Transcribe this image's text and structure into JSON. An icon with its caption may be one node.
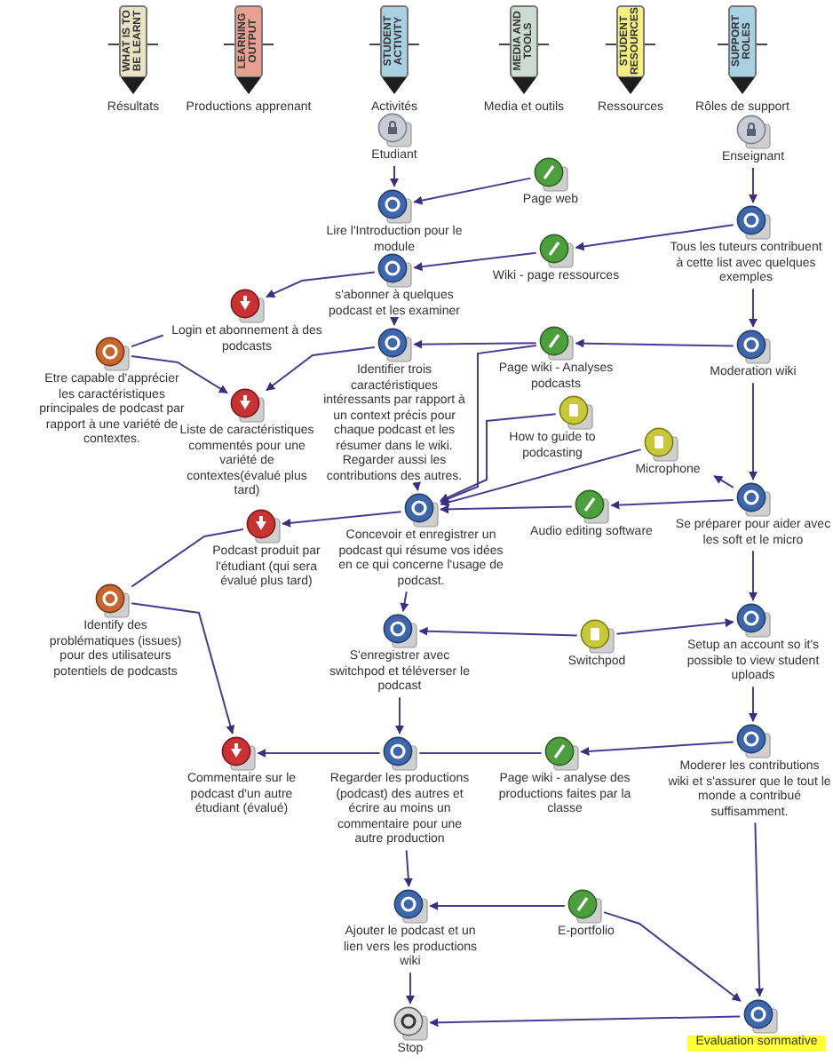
{
  "diagram": {
    "nodes": [
      {
        "text": [
          "WHAT IS TO BE LEARNT"
        ],
        "beside": [
          "Résultats"
        ]
      },
      {
        "text": [
          "LEARNING OUTPUT"
        ],
        "beside": [
          "Productions apprenant"
        ]
      },
      {
        "text": [
          "STUDENT ACTIVITY"
        ],
        "beside": [
          "Activités"
        ]
      },
      {
        "text": [
          "MEDIA AND TOOLS"
        ],
        "beside": [
          "Media et outils"
        ]
      },
      {
        "text": [
          "STUDENT RESOURCES"
        ],
        "beside": [
          "Ressources"
        ]
      },
      {
        "text": [
          "SUPPORT ROLES"
        ],
        "beside": [
          "Rôles de support"
        ]
      },
      {
        "text": [
          "Etudiant"
        ]
      },
      {
        "text": [
          "Enseignant"
        ]
      },
      {
        "text": [
          "Page web"
        ]
      },
      {
        "text": [
          "Lire l'Introduction pour le module"
        ]
      },
      {
        "text": [
          "Tous les tuteurs contribuent à cette list avec quelques exemples"
        ]
      },
      {
        "text": [
          "Wiki - page ressources"
        ]
      },
      {
        "text": [
          "s'abonner à quelques podcast et les examiner"
        ]
      },
      {
        "text": [
          "Login et abonnement à des podcasts"
        ]
      },
      {
        "text": [
          "Etre capable d'apprécier les caractéristiques principales de podcast par rapport à une variété de contextes."
        ]
      },
      {
        "text": [
          "Identifier trois caractéristiques intéressants par rapport à un context précis pour chaque podcast et les résumer dans le wiki. Regarder aussi les contributions des autres."
        ]
      },
      {
        "text": [
          "Page wiki - Analyses podcasts"
        ]
      },
      {
        "text": [
          "Moderation wiki"
        ]
      },
      {
        "text": [
          "Liste de caractéristiques commentés pour une variété de contextes(évalué plus tard)"
        ]
      },
      {
        "text": [
          "How to guide to podcasting"
        ]
      },
      {
        "text": [
          "Microphone"
        ]
      },
      {
        "text": [
          "Concevoir et enregistrer un podcast qui résume vos idées en ce qui concerne l'usage de podcast."
        ]
      },
      {
        "text": [
          "Audio editing software"
        ]
      },
      {
        "text": [
          "Se préparer pour aider avec les soft et le micro"
        ]
      },
      {
        "text": [
          "Podcast produit par l'étudiant (qui sera évalué plus tard)"
        ]
      },
      {
        "text": [
          "Identify des problématiques (issues) pour des utilisateurs potentiels de podcasts"
        ]
      },
      {
        "text": [
          "S'enregistrer avec switchpod et téléverser le podcast"
        ]
      },
      {
        "text": [
          "Switchpod"
        ]
      },
      {
        "text": [
          "Setup an account so it's possible to view student uploads"
        ]
      },
      {
        "text": [
          "Commentaire sur le podcast d'un autre étudiant (évalué)"
        ]
      },
      {
        "text": [
          "Regarder les productions (podcast) des autres et écrire au moins un commentaire pour une autre production"
        ]
      },
      {
        "text": [
          "Page wiki - analyse des productions faites par la classe"
        ]
      },
      {
        "text": [
          "Moderer les contributions wiki et s'assurer que le tout le monde a contribué suffisamment."
        ]
      },
      {
        "text": [
          "E-portfolio"
        ]
      },
      {
        "text": [
          "Ajouter le podcast et un lien vers les productions wiki"
        ]
      },
      {
        "text": [
          "Evaluation sommative"
        ]
      },
      {
        "text": [
          "Stop"
        ]
      }
    ],
    "edges": [
      {
        "from": 6,
        "to": 9,
        "arrow": "to"
      },
      {
        "from": 8,
        "to": 9,
        "arrow": "to"
      },
      {
        "from": 7,
        "to": 10,
        "arrow": "to"
      },
      {
        "from": 10,
        "to": 11,
        "arrow": "to"
      },
      {
        "from": 11,
        "to": 12,
        "arrow": "to"
      },
      {
        "from": 12,
        "to": 13,
        "arrow": "to"
      },
      {
        "from": 14,
        "to": 13,
        "arrow": "none"
      },
      {
        "from": 14,
        "to": 18,
        "arrow": "to"
      },
      {
        "from": 12,
        "to": 15,
        "arrow": "to"
      },
      {
        "from": 10,
        "to": 17,
        "arrow": "to"
      },
      {
        "from": 17,
        "to": 16,
        "arrow": "to"
      },
      {
        "from": 16,
        "to": 15,
        "arrow": "to"
      },
      {
        "from": 15,
        "to": 18,
        "arrow": "to"
      },
      {
        "from": 15,
        "to": 21,
        "arrow": "to"
      },
      {
        "from": 16,
        "to": 21,
        "arrow": "to"
      },
      {
        "from": 19,
        "to": 21,
        "arrow": "to"
      },
      {
        "from": 20,
        "to": 21,
        "arrow": "to"
      },
      {
        "from": 22,
        "to": 21,
        "arrow": "to"
      },
      {
        "from": 17,
        "to": 23,
        "arrow": "to"
      },
      {
        "from": 23,
        "to": 20,
        "arrow": "to"
      },
      {
        "from": 21,
        "to": 24,
        "arrow": "to"
      },
      {
        "from": 25,
        "to": 24,
        "arrow": "none"
      },
      {
        "from": 21,
        "to": 26,
        "arrow": "to"
      },
      {
        "from": 27,
        "to": 26,
        "arrow": "to"
      },
      {
        "from": 27,
        "to": 28,
        "arrow": "to"
      },
      {
        "from": 23,
        "to": 28,
        "arrow": "to"
      },
      {
        "from": 28,
        "to": 32,
        "arrow": "to"
      },
      {
        "from": 26,
        "to": 30,
        "arrow": "to"
      },
      {
        "from": 30,
        "to": 29,
        "arrow": "to"
      },
      {
        "from": 25,
        "to": 29,
        "arrow": "to"
      },
      {
        "from": 30,
        "to": 31,
        "arrow": "none"
      },
      {
        "from": 32,
        "to": 31,
        "arrow": "to"
      },
      {
        "from": 30,
        "to": 34,
        "arrow": "to"
      },
      {
        "from": 33,
        "to": 34,
        "arrow": "to"
      },
      {
        "from": 33,
        "to": 35,
        "arrow": "to"
      },
      {
        "from": 32,
        "to": 35,
        "arrow": "to"
      },
      {
        "from": 34,
        "to": 36,
        "arrow": "to"
      },
      {
        "from": 35,
        "to": 36,
        "arrow": "to"
      },
      {
        "from": 23,
        "to": 22,
        "arrow": "to"
      }
    ]
  }
}
